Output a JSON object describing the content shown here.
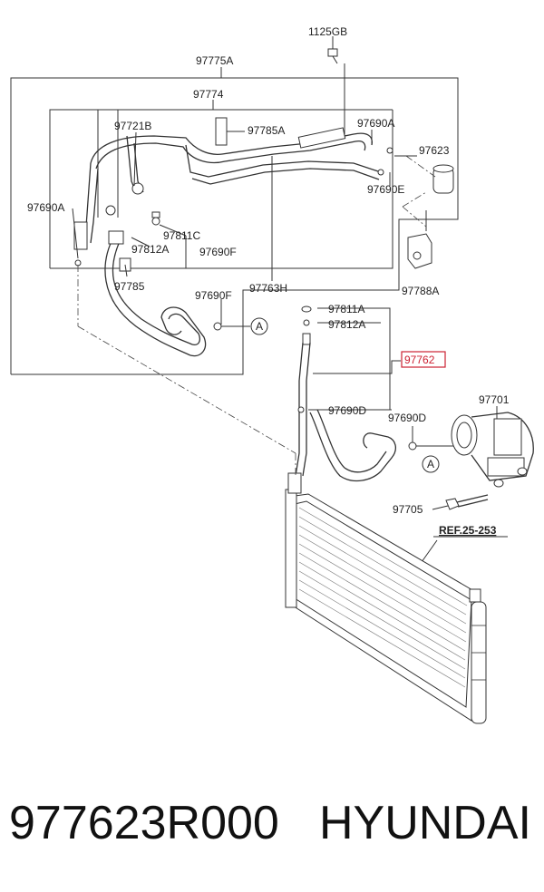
{
  "labels": {
    "l_1125GB": "1125GB",
    "l_97775A": "97775A",
    "l_97774": "97774",
    "l_97721B": "97721B",
    "l_97785A": "97785A",
    "l_97690A_top": "97690A",
    "l_97623": "97623",
    "l_97690E": "97690E",
    "l_97690A_left": "97690A",
    "l_97811C": "97811C",
    "l_97812A_upper": "97812A",
    "l_97690F_upper": "97690F",
    "l_97785": "97785",
    "l_97763H": "97763H",
    "l_97788A": "97788A",
    "l_97690F_lower": "97690F",
    "l_97811A": "97811A",
    "l_97812A_lower": "97812A",
    "l_97762": "97762",
    "l_97701": "97701",
    "l_97690D_left": "97690D",
    "l_97690D_right": "97690D",
    "l_97705": "97705",
    "l_ref": "REF.25-253",
    "circle_a1": "A",
    "circle_a2": "A"
  },
  "footer": {
    "part_number": "977623R000",
    "brand": "HYUNDAI"
  },
  "colors": {
    "highlight": "#cc2233"
  }
}
